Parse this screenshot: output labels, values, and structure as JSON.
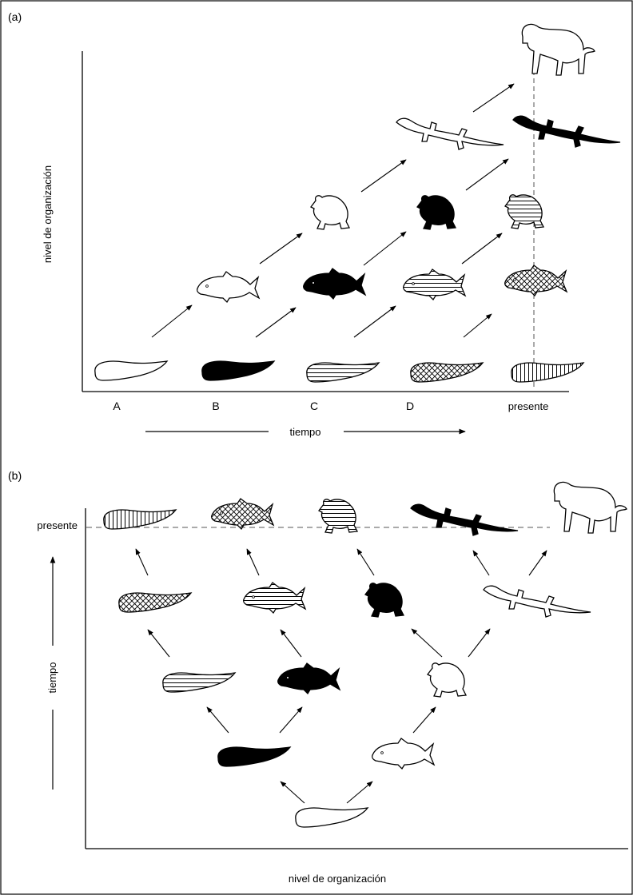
{
  "panel_a": {
    "label": "(a)",
    "y_axis_label": "nivel de organización",
    "x_axis_label": "tiempo",
    "columns": [
      "A",
      "B",
      "C",
      "D",
      "presente"
    ]
  },
  "panel_b": {
    "label": "(b)",
    "y_axis_label": "tiempo",
    "x_axis_label": "nivel de organización",
    "present_label": "presente"
  },
  "organisms": {
    "worm": "worm-silhouette",
    "fish": "fish-silhouette",
    "frog": "frog-silhouette",
    "lizard": "lizard-silhouette",
    "primate": "primate-silhouette"
  },
  "fills": {
    "open": "#ffffff",
    "solid": "#000000",
    "horizontal": "horizontal-hatch",
    "crosshatch": "cross-hatch",
    "vertical": "vertical-hatch"
  },
  "colors": {
    "ink": "#000000",
    "paper": "#ffffff",
    "dashed_line": "#555555"
  }
}
